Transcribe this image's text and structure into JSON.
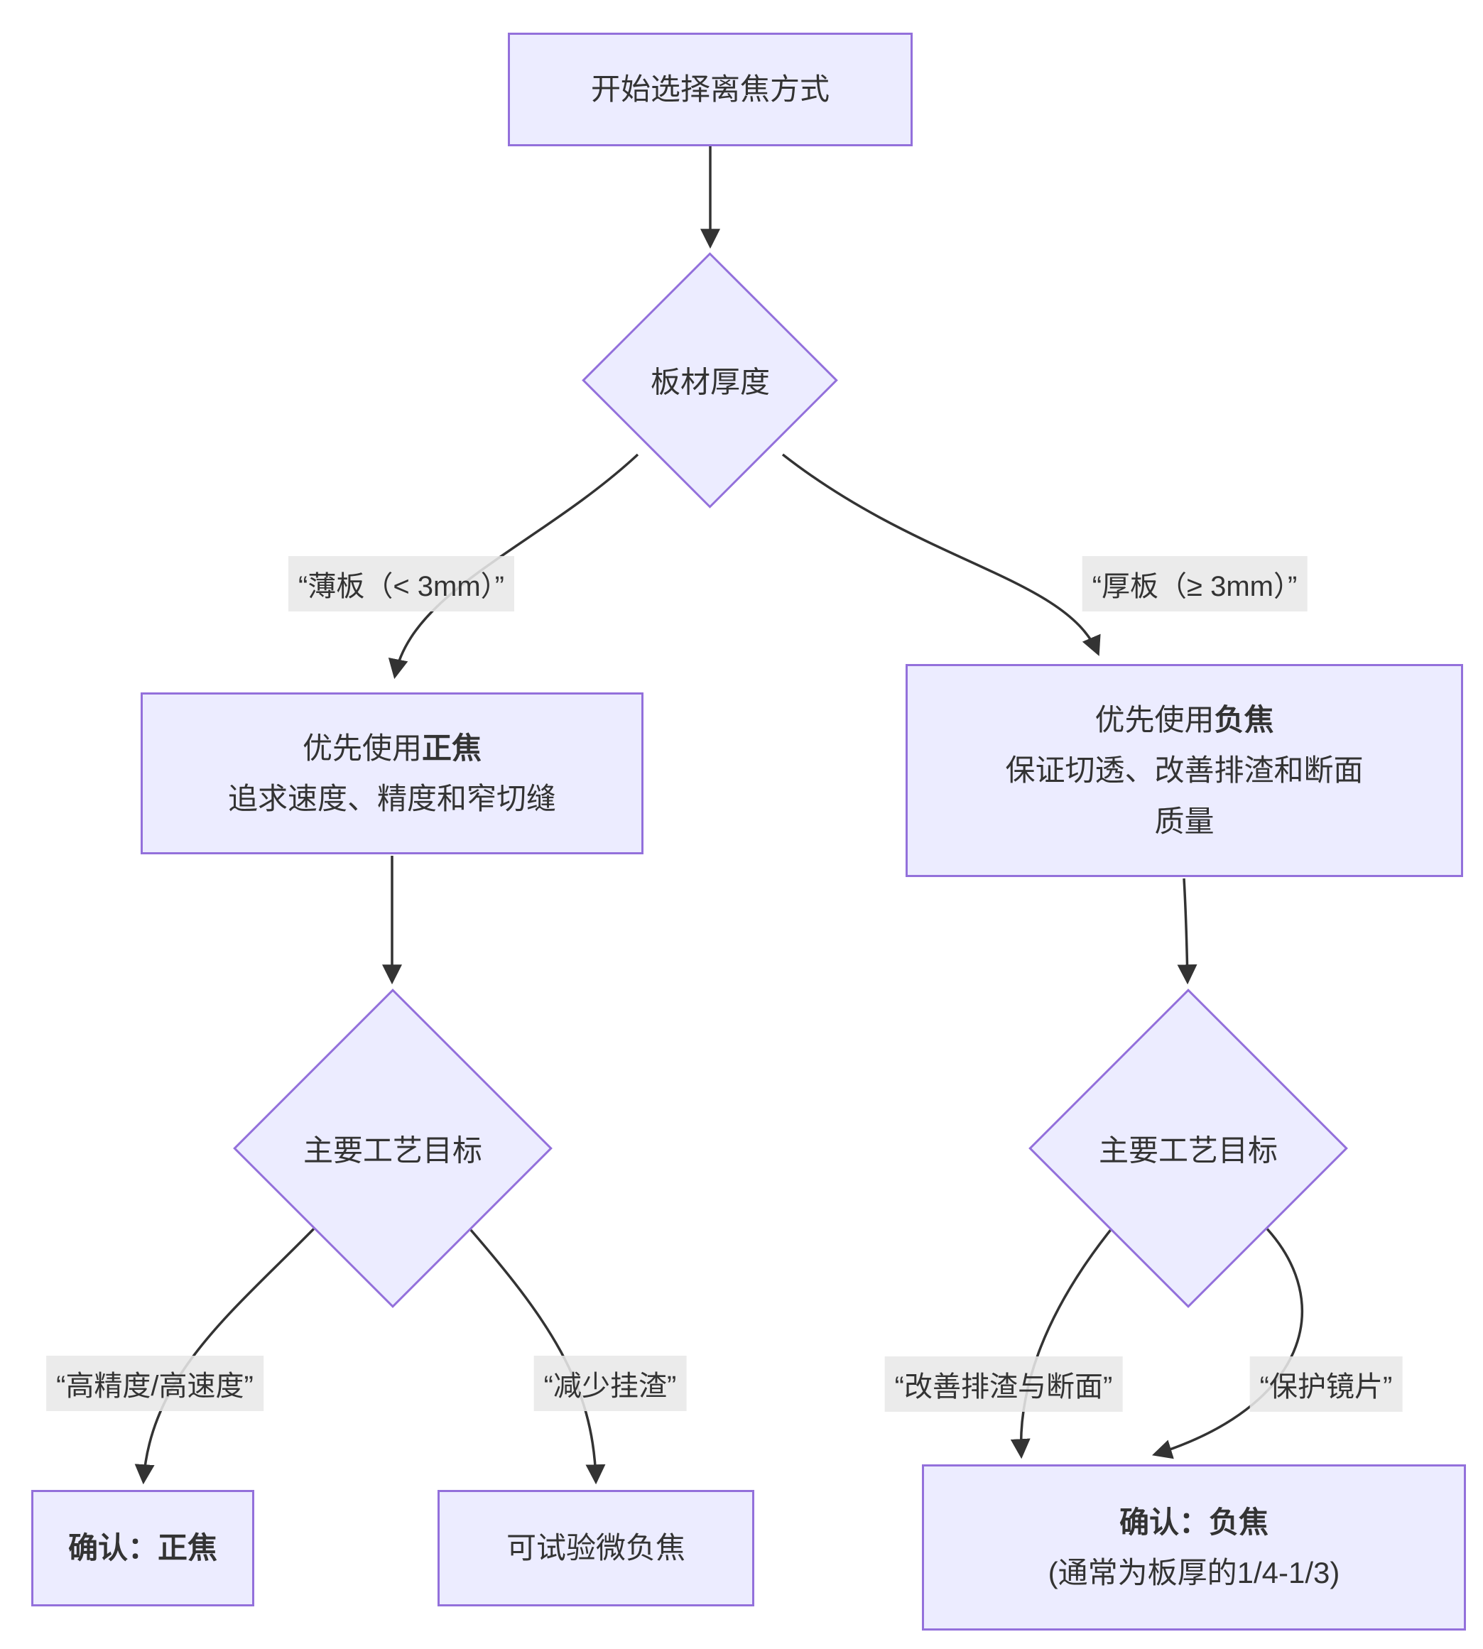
{
  "diagram": {
    "colors": {
      "node_fill": "#ECECFF",
      "node_border": "#9370DB",
      "edge_color": "#333333",
      "edge_label_bg": "#e8e8e8",
      "text": "#333333"
    },
    "nodes": {
      "start": {
        "text": "开始选择离焦方式"
      },
      "thickness_decision": {
        "text": "板材厚度"
      },
      "positive_focus": {
        "line1_prefix": "优先使用",
        "line1_bold": "正焦",
        "line2": "追求速度、精度和窄切缝"
      },
      "negative_focus": {
        "line1_prefix": "优先使用",
        "line1_bold": "负焦",
        "line2": "保证切透、改善排渣和断面",
        "line3": "质量"
      },
      "goal_left": {
        "text": "主要工艺目标"
      },
      "goal_right": {
        "text": "主要工艺目标"
      },
      "confirm_positive": {
        "text": "确认：正焦"
      },
      "try_micro_negative": {
        "text": "可试验微负焦"
      },
      "confirm_negative": {
        "line1": "确认：负焦",
        "line2": "(通常为板厚的1/4-1/3)"
      }
    },
    "edge_labels": {
      "thin_plate": "“薄板（< 3mm）”",
      "thick_plate": "“厚板（≥ 3mm）”",
      "high_precision": "“高精度/高速度”",
      "reduce_dross": "“减少挂渣”",
      "improve_dross_section": "“改善排渣与断面”",
      "protect_lens": "“保护镜片”"
    }
  }
}
